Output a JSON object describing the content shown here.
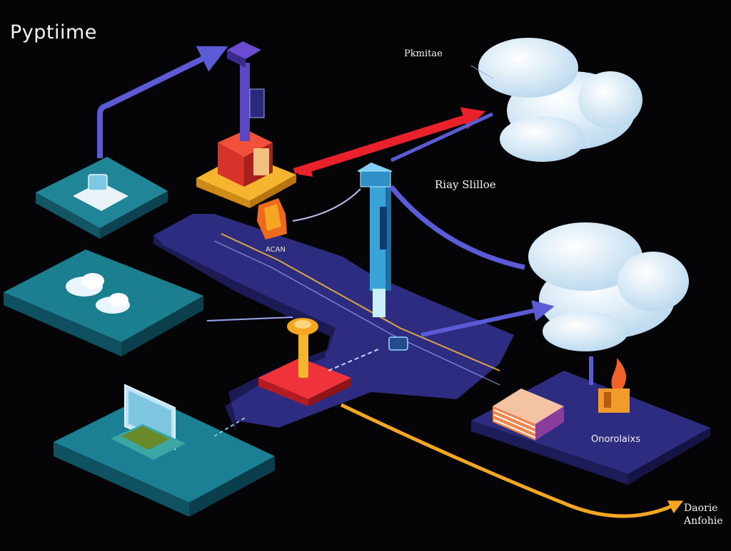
{
  "diagram": {
    "title": "Pyptiime",
    "labels": {
      "top_right": "Pkmitae",
      "middle_right": "Riay Slilloe",
      "bottom_right_platform": "Onorolaixs",
      "bottom_corner_line1": "Daorie",
      "bottom_corner_line2": "Anfohie",
      "center_small": "ACAN"
    },
    "nodes": [
      {
        "name": "document-platform",
        "icon": "document-icon"
      },
      {
        "name": "cloud-platform",
        "icon": "cloud-icon"
      },
      {
        "name": "laptop-platform",
        "icon": "laptop-icon"
      },
      {
        "name": "server-hub",
        "icon": "server-icon"
      },
      {
        "name": "lock-node",
        "icon": "lock-icon"
      },
      {
        "name": "storage-tower",
        "icon": "database-icon"
      },
      {
        "name": "books-platform",
        "icon": "books-icon"
      },
      {
        "name": "top-cloud",
        "icon": "cloud-icon"
      },
      {
        "name": "right-cloud",
        "icon": "cloud-icon"
      }
    ],
    "colors": {
      "background": "#050507",
      "platform_teal": "#1d7f8e",
      "platform_navy": "#2b2a7a",
      "arrow_blue": "#5b5bd6",
      "arrow_red": "#e8212a",
      "arrow_orange": "#f5a623",
      "accent_yellow": "#f6b52e",
      "accent_red": "#e1262e",
      "cloud": "#dbeefa"
    }
  }
}
